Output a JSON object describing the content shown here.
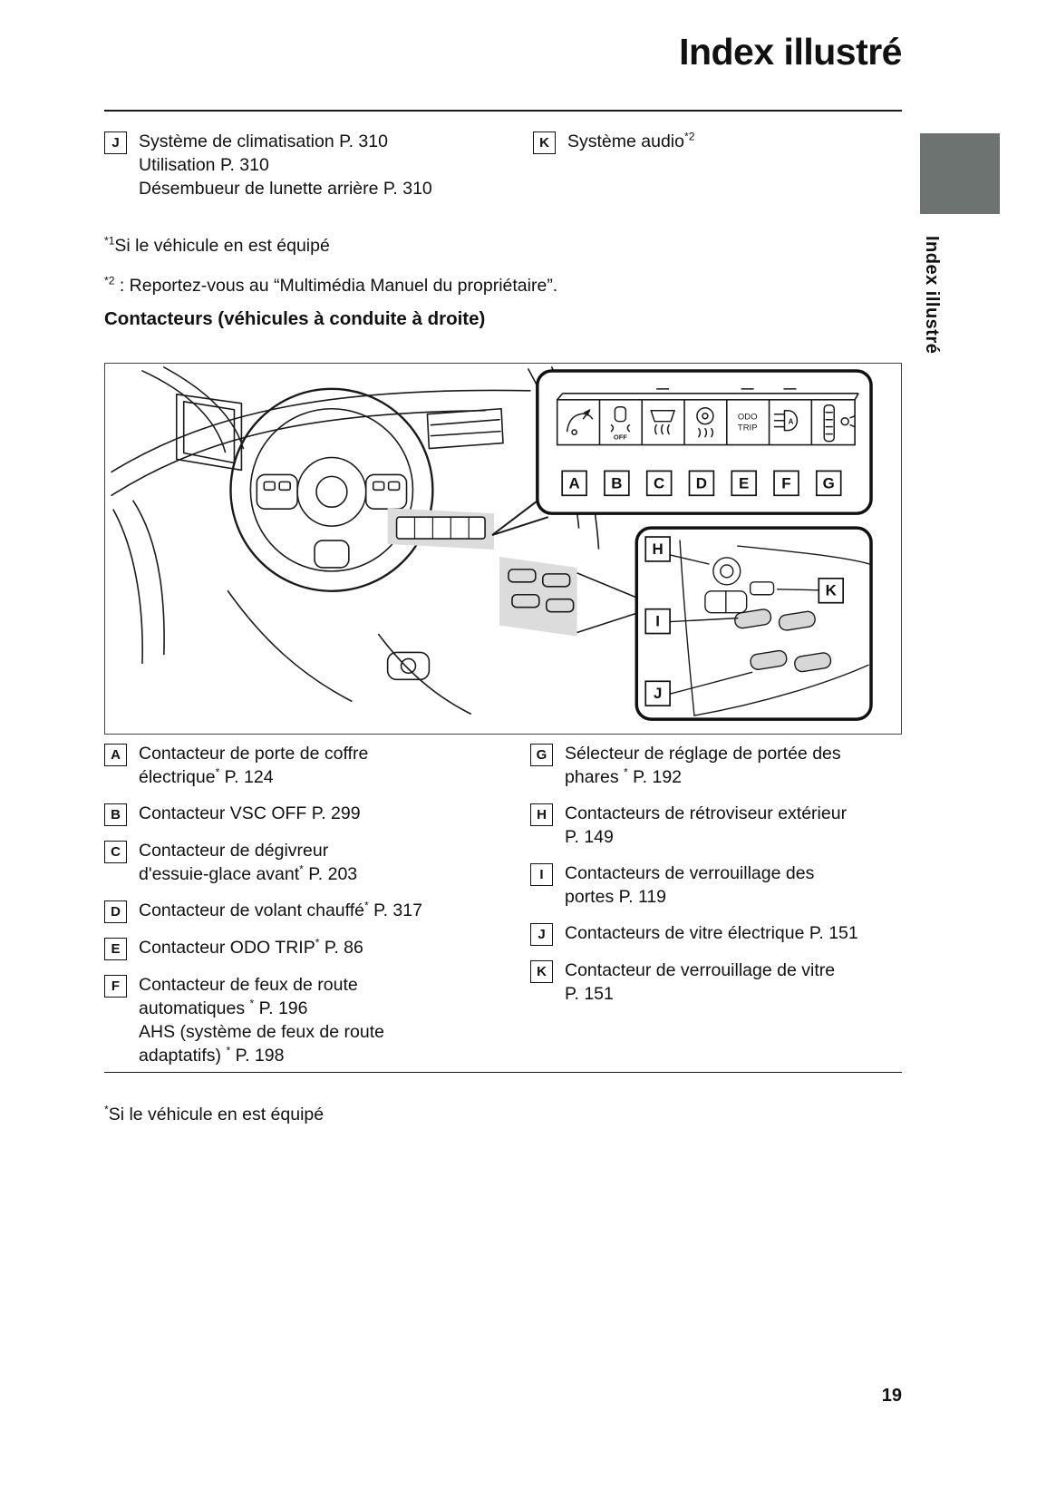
{
  "page": {
    "title": "Index illustré",
    "number": "19",
    "side_tab": "Index illustré"
  },
  "top_items": {
    "left": {
      "letter": "J",
      "lines": [
        "Système de climatisation P. 310",
        "Utilisation P. 310",
        "Désembueur de lunette arrière P. 310"
      ]
    },
    "right": {
      "letter": "K",
      "lines": [
        "Système audio*2"
      ]
    }
  },
  "footnotes": {
    "fn1": "*1Si le véhicule en est équipé",
    "fn2": "*2 : Reportez-vous au “Multimédia Manuel du propriétaire”.",
    "bottom": "*Si le véhicule en est équipé"
  },
  "section_heading": "Contacteurs (véhicules à conduite à droite)",
  "diagram": {
    "panel_labels": [
      "A",
      "B",
      "C",
      "D",
      "E",
      "F",
      "G"
    ],
    "side_labels": [
      "H",
      "I",
      "J",
      "K"
    ],
    "icon_texts": {
      "vsc_off": "OFF",
      "odo": "ODO",
      "trip": "TRIP",
      "auto_beam": "A"
    }
  },
  "index_items": {
    "left": [
      {
        "letter": "A",
        "lines": [
          "Contacteur de porte de coffre",
          "électrique* P. 124"
        ]
      },
      {
        "letter": "B",
        "lines": [
          "Contacteur VSC OFF P. 299"
        ]
      },
      {
        "letter": "C",
        "lines": [
          "Contacteur de dégivreur",
          "d'essuie-glace avant* P. 203"
        ]
      },
      {
        "letter": "D",
        "lines": [
          "Contacteur de volant chauffé* P. 317"
        ]
      },
      {
        "letter": "E",
        "lines": [
          "Contacteur ODO TRIP* P. 86"
        ]
      },
      {
        "letter": "F",
        "lines": [
          "Contacteur de feux de route",
          "automatiques * P. 196",
          "AHS (système de feux de route",
          "adaptatifs) * P. 198"
        ]
      }
    ],
    "right": [
      {
        "letter": "G",
        "lines": [
          "Sélecteur de réglage de portée des",
          "phares * P. 192"
        ]
      },
      {
        "letter": "H",
        "lines": [
          "Contacteurs de rétroviseur extérieur",
          "P. 149"
        ]
      },
      {
        "letter": "I",
        "lines": [
          "Contacteurs de verrouillage des",
          "portes P. 119"
        ]
      },
      {
        "letter": "J",
        "lines": [
          "Contacteurs de vitre électrique P. 151"
        ]
      },
      {
        "letter": "K",
        "lines": [
          "Contacteur de verrouillage de vitre",
          "P. 151"
        ]
      }
    ]
  }
}
